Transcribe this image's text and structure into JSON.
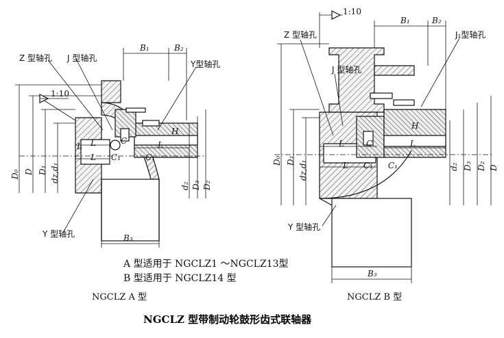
{
  "figure_a": {
    "caption": "NGCLZ A 型",
    "bore_z": "Z 型轴孔",
    "bore_j": "J 型轴孔",
    "bore_y_top": "Y型轴孔",
    "bore_y_bottom": "Y 型轴孔",
    "taper": "1:10",
    "dims": {
      "B1": "B₁",
      "B2": "B₂",
      "B3": "B₃",
      "L1": "L",
      "L2": "L",
      "L3": "L",
      "L4": "L",
      "C1": "C₁",
      "C2": "C₁",
      "C3": "C",
      "H": "H",
      "D0": "D₀",
      "D": "D",
      "D1": "D₁",
      "dzd1": "dz,d₁",
      "d2": "d₂",
      "D3": "D₃",
      "D2": "D₂"
    }
  },
  "figure_b": {
    "caption": "NGCLZ B 型",
    "bore_z": "Z 型轴孔",
    "bore_j": "J 型轴孔",
    "bore_j1": "J₁型轴孔",
    "bore_y": "Y 型轴孔",
    "taper": "1:10",
    "dims": {
      "B1": "B₁",
      "B2": "B₂",
      "B3": "B₃",
      "L1": "L",
      "L2": "L",
      "L3": "L",
      "C1": "C₁",
      "C2": "C₁",
      "C3": "C",
      "H": "H",
      "D0": "D₀",
      "D1": "D₁",
      "dzd1": "dz,d₁",
      "d2": "d₂",
      "D3": "D₃",
      "D2": "D₂",
      "D": "D"
    }
  },
  "notes": {
    "line1": "A 型适用于 NGCLZ1 ～NGCLZ13型",
    "line2": "B 型适用于 NGCLZ14 型"
  },
  "title": "NGCLZ 型带制动轮鼓形齿式联轴器"
}
